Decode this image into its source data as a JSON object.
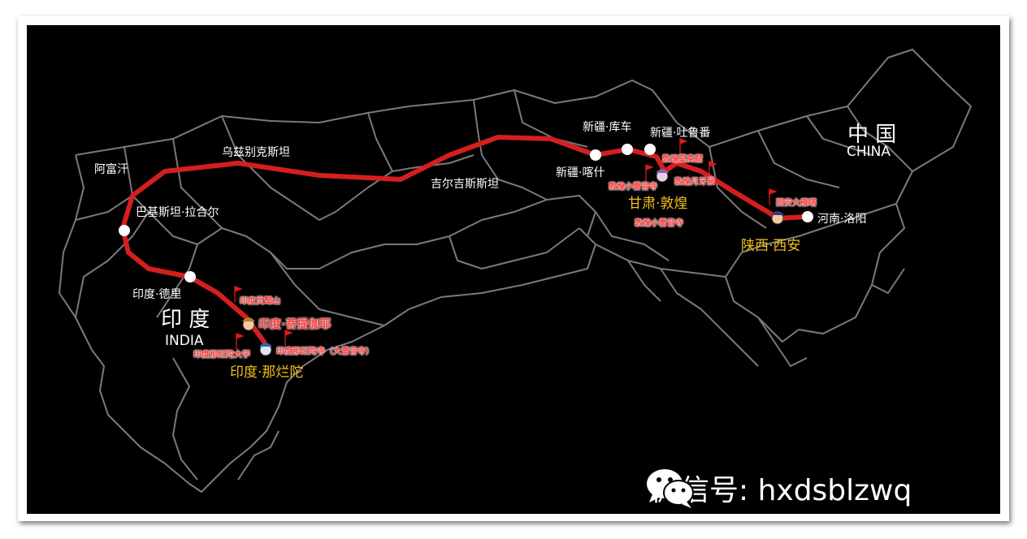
{
  "countries": {
    "china": {
      "name": "中 国",
      "en": "CHINA"
    },
    "india": {
      "name": "印 度",
      "en": "INDIA"
    },
    "afghanistan": "阿富汗",
    "uzbekistan": "乌兹别克斯坦",
    "kyrgyzstan": "吉尔吉斯斯坦"
  },
  "stops": {
    "luoyang": "河南·洛阳",
    "xian": "陕西·西安",
    "dunhuang": "甘肃·敦煌",
    "turpan": "新疆·吐鲁番",
    "kuqa": "新疆·库车",
    "kashgar": "新疆·喀什",
    "lahore": "巴基斯坦·拉合尔",
    "delhi": "印度·德里",
    "bodhgaya": "印度·菩提伽耶",
    "nalanda": "印度·那烂陀"
  },
  "landmarks": {
    "dayanta": "西安大雁塔",
    "mogao": "敦煌莫高窟",
    "yueyaquan": "敦煌月牙泉",
    "xiaoleiyin_1": "敦煌小雷音寺",
    "xiaoleiyin_2": "敦煌小雷音寺",
    "lingjiushan": "印度灵鹫山",
    "nalanda_univ": "印度那烂陀大学",
    "nalanda_temple": "印度那烂陀寺（大雷音寺）"
  },
  "watermark": {
    "text": "微信号: hxdsblzwq",
    "icon": "wechat-icon"
  },
  "colors": {
    "route": "#d41f1f",
    "border": "#7a7a7a",
    "background": "#000000",
    "stop_label": "#f2c21b",
    "landmark": "#ff3b3b"
  }
}
